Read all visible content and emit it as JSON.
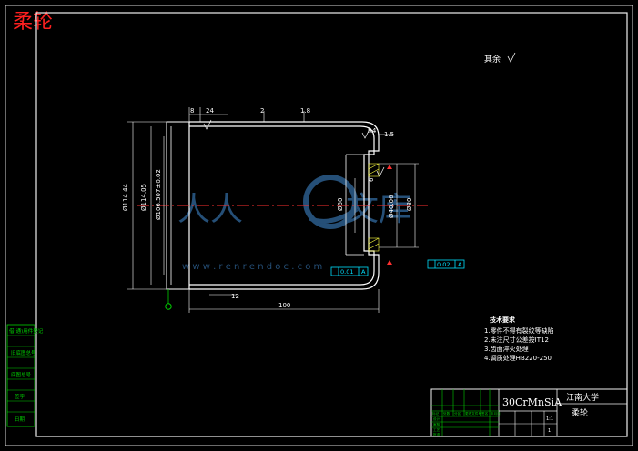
{
  "window": {
    "title": "柔轮"
  },
  "watermark": {
    "text": "人人文库",
    "url": "w w w . r e n r e n d o c . c o m"
  },
  "surface_note": "其余",
  "dimensions": {
    "d_outer": "Ø114.44",
    "d_inner": "Ø114.05",
    "d_fit": "Ø106.507±0.02",
    "d_bore": "Ø60",
    "d_flange": "Ø80",
    "d_hub": "Ø40.06",
    "top_8": "8",
    "top_24": "24",
    "top_2": "2",
    "top_18": "1.8",
    "side_15": "1.5",
    "side_r": "R4",
    "side_6": "6",
    "bottom_12": "12",
    "length": "100"
  },
  "tolerance": {
    "left": "0.01",
    "left_datum": "A",
    "right": "0.02",
    "right_datum": "A"
  },
  "tech_requirements": {
    "title": "技术要求",
    "items": [
      "1.零件不得有裂纹等缺陷",
      "2.未注尺寸公差按IT12",
      "3.齿面淬火处理",
      "4.调质处理HB220-250"
    ]
  },
  "left_table": {
    "rows": [
      "借(通)用件登记",
      "",
      "旧底图总号",
      "",
      "底图总号",
      "",
      "签字",
      "",
      "日期"
    ]
  },
  "title_block": {
    "material": "30CrMnSiA",
    "org": "江南大学",
    "part": "柔轮",
    "scale": "1:1",
    "sheet": "1",
    "header_cols": [
      "标记",
      "处数",
      "分区",
      "更改文件号",
      "签名",
      "年月日"
    ],
    "roles": [
      "设计",
      "审核",
      "工艺",
      "批准"
    ]
  },
  "colors": {
    "line": "#ffffff",
    "border": "#e8e8e8",
    "table": "#00d000",
    "center": "#ff3030",
    "hatch": "#ffff40",
    "dim": "#00e0ff",
    "watermark": "#2c5d8c"
  }
}
